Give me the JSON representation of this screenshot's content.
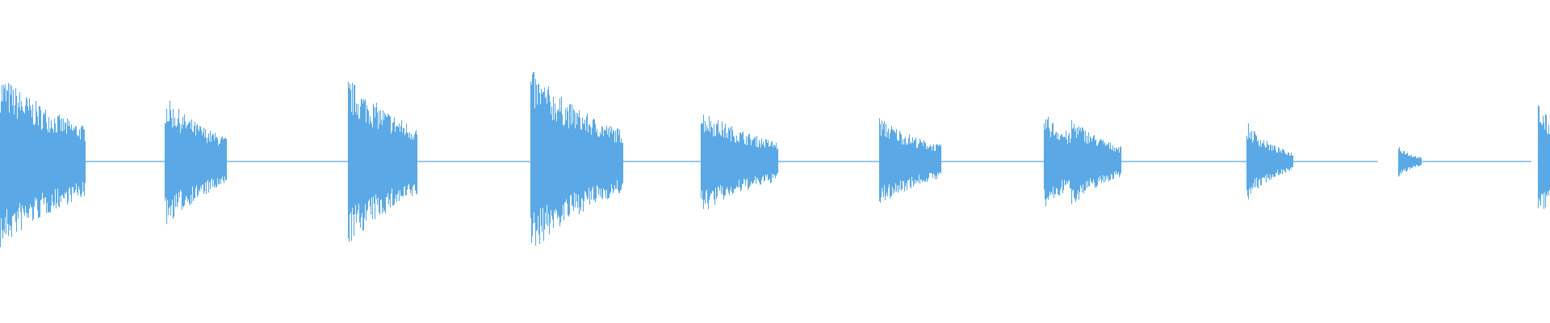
{
  "waveform": {
    "color": "#5aa9e6",
    "background": "#ffffff",
    "hits": [
      {
        "onset": 0.0,
        "peak": 0.55,
        "decay": 0.06,
        "width": 0.055
      },
      {
        "onset": 0.106,
        "peak": 0.41,
        "decay": 0.04,
        "width": 0.04
      },
      {
        "onset": 0.224,
        "peak": 0.53,
        "decay": 0.05,
        "width": 0.045
      },
      {
        "onset": 0.342,
        "peak": 0.58,
        "decay": 0.055,
        "width": 0.06
      },
      {
        "onset": 0.452,
        "peak": 0.33,
        "decay": 0.05,
        "width": 0.05
      },
      {
        "onset": 0.567,
        "peak": 0.28,
        "decay": 0.04,
        "width": 0.04
      },
      {
        "onset": 0.673,
        "peak": 0.31,
        "decay": 0.03,
        "width": 0.05,
        "double": true
      },
      {
        "onset": 0.804,
        "peak": 0.25,
        "decay": 0.02,
        "width": 0.03
      },
      {
        "onset": 0.902,
        "peak": 0.11,
        "decay": 0.01,
        "width": 0.015
      },
      {
        "onset": 0.992,
        "peak": 0.38,
        "decay": 0.02,
        "width": 0.01
      }
    ],
    "gaps": [
      {
        "start": 0.889,
        "end": 0.902
      },
      {
        "start": 0.988,
        "end": 0.992
      }
    ]
  }
}
